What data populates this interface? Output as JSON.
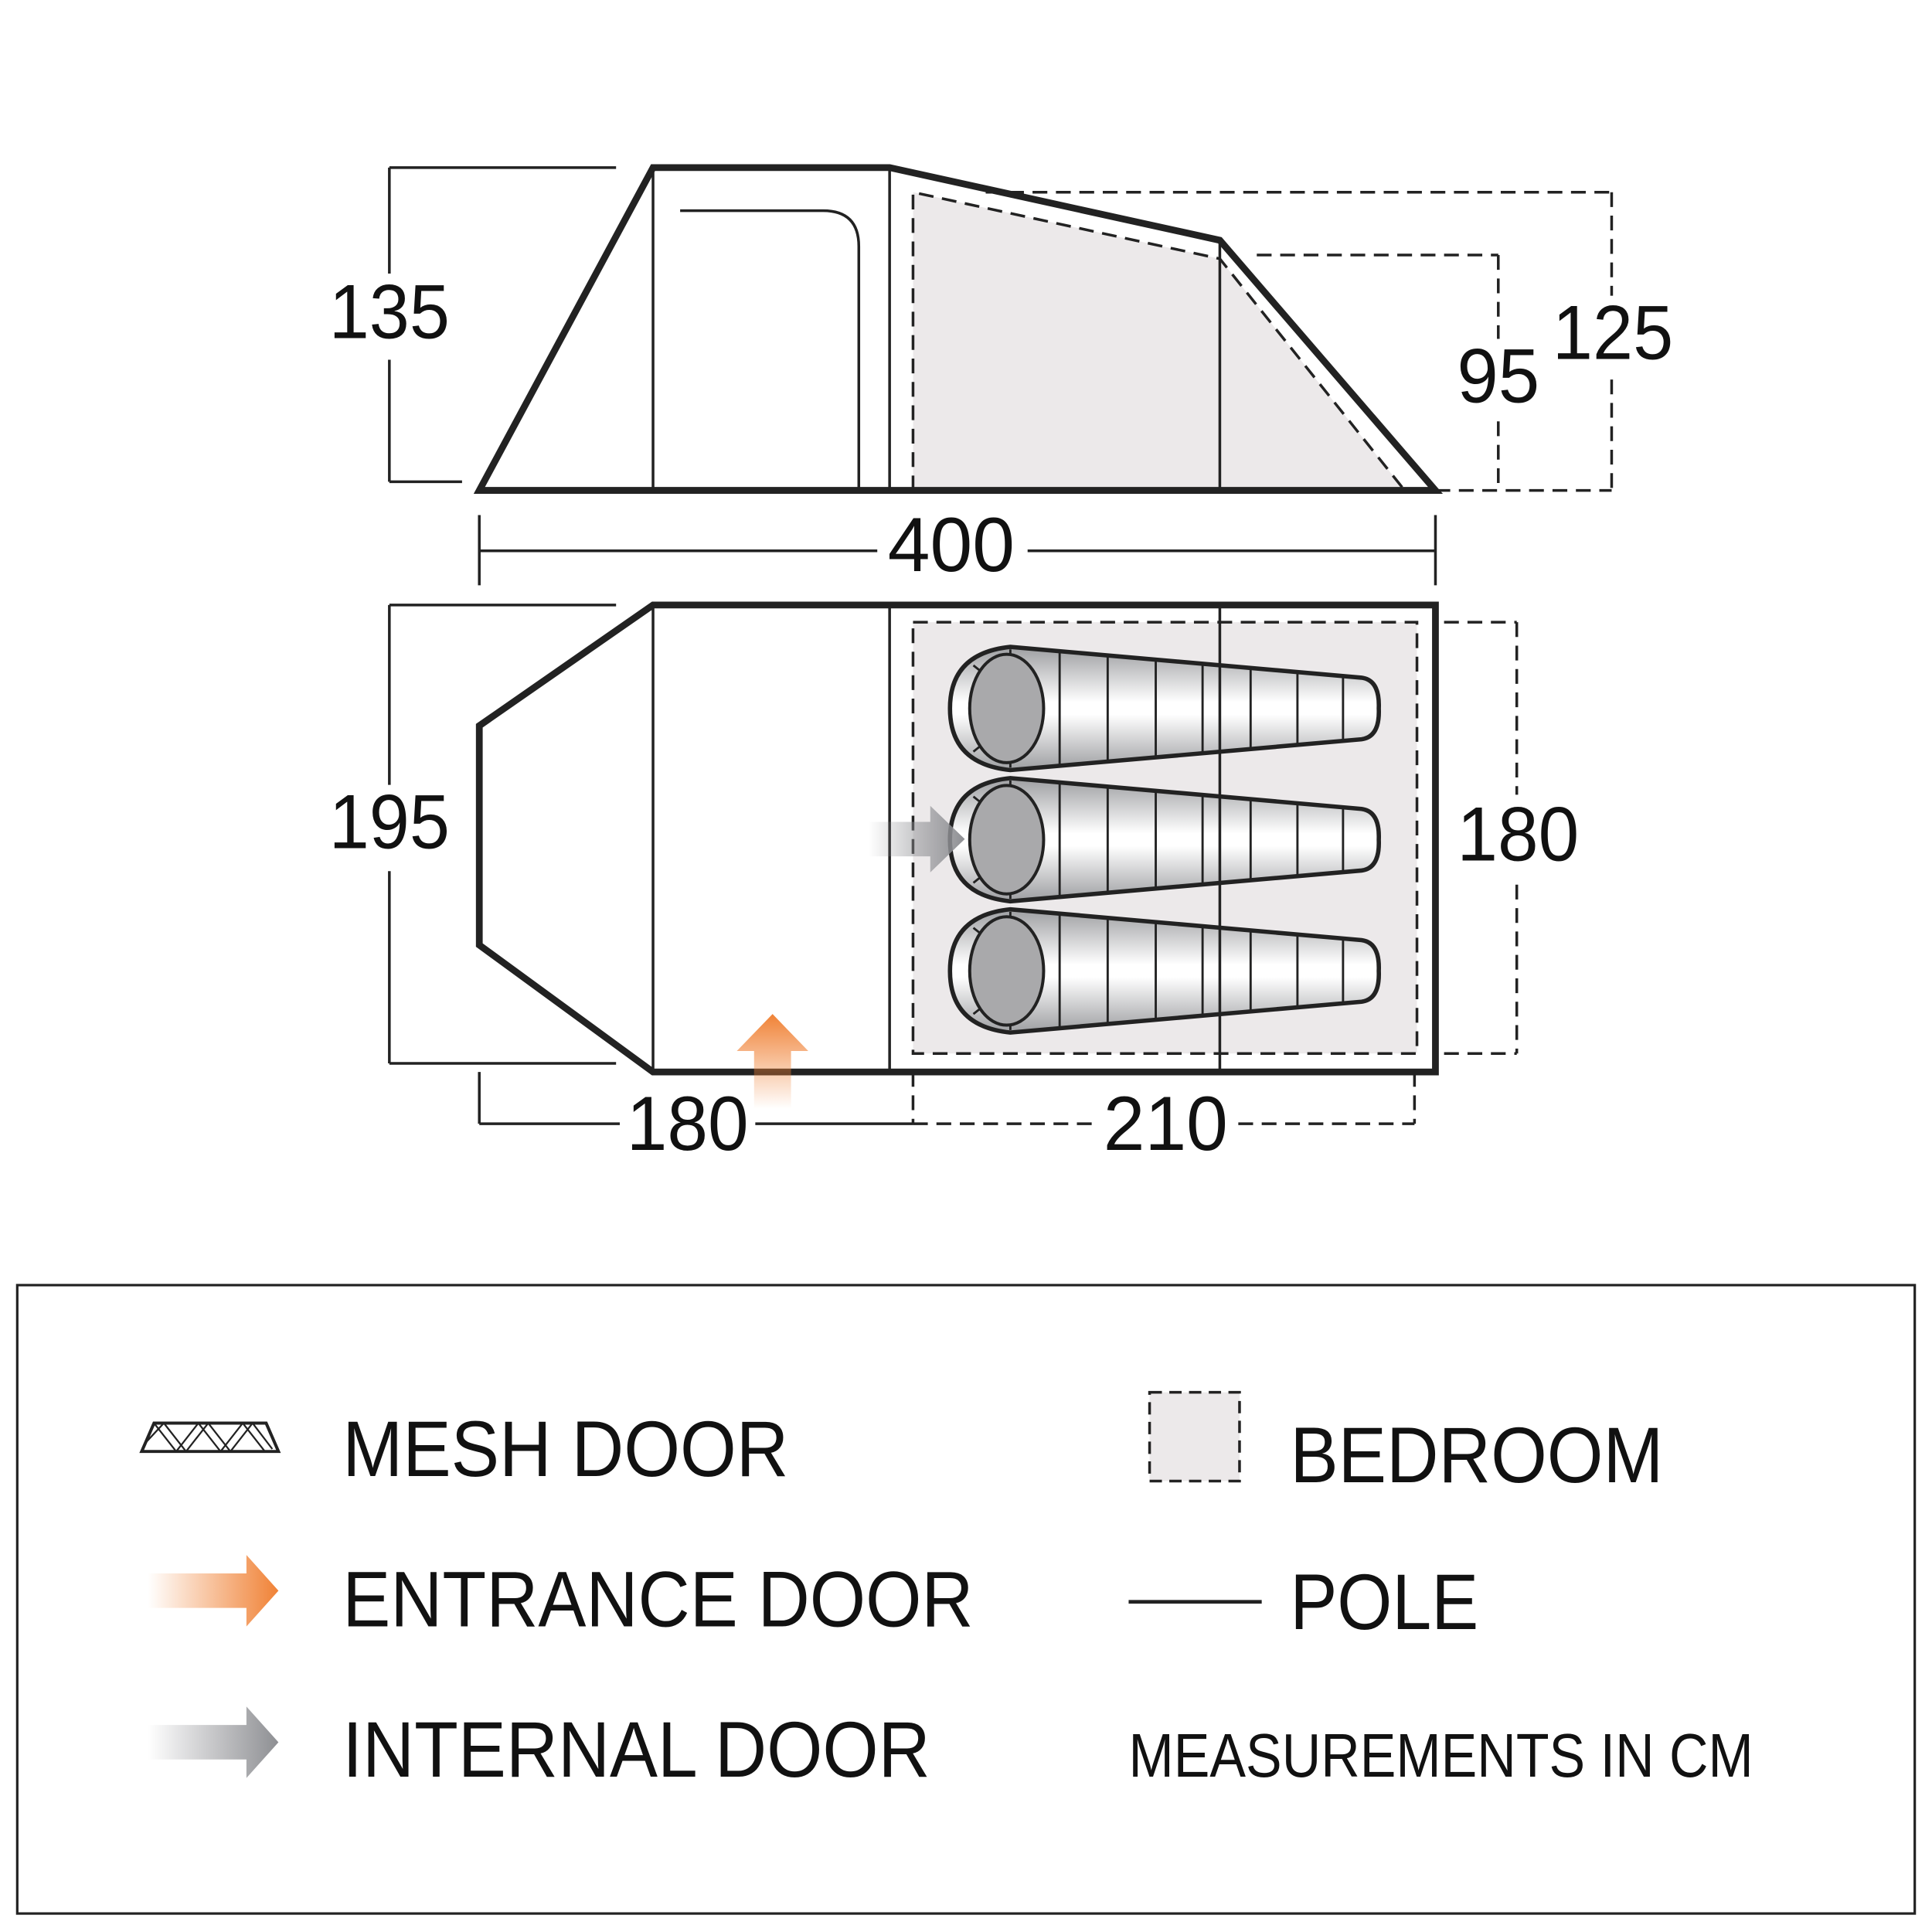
{
  "side_view": {
    "height_label": "135",
    "bedroom_height_label": "125",
    "rear_height_label": "95",
    "length_label": "400"
  },
  "floor_plan": {
    "width_label": "195",
    "bedroom_width_label": "180",
    "porch_length_label": "180",
    "bedroom_length_label": "210",
    "sleeping_bags": 3
  },
  "legend": {
    "mesh_door": "MESH DOOR",
    "entrance_door": "ENTRANCE DOOR",
    "internal_door": "INTERNAL DOOR",
    "bedroom": "BEDROOM",
    "pole": "POLE",
    "units_note": "MEASUREMENTS IN CM"
  },
  "colors": {
    "entrance_arrow": "#f08236",
    "internal_arrow": "#8e8f93",
    "bedroom_fill": "#ece9ea",
    "line": "#222222"
  }
}
